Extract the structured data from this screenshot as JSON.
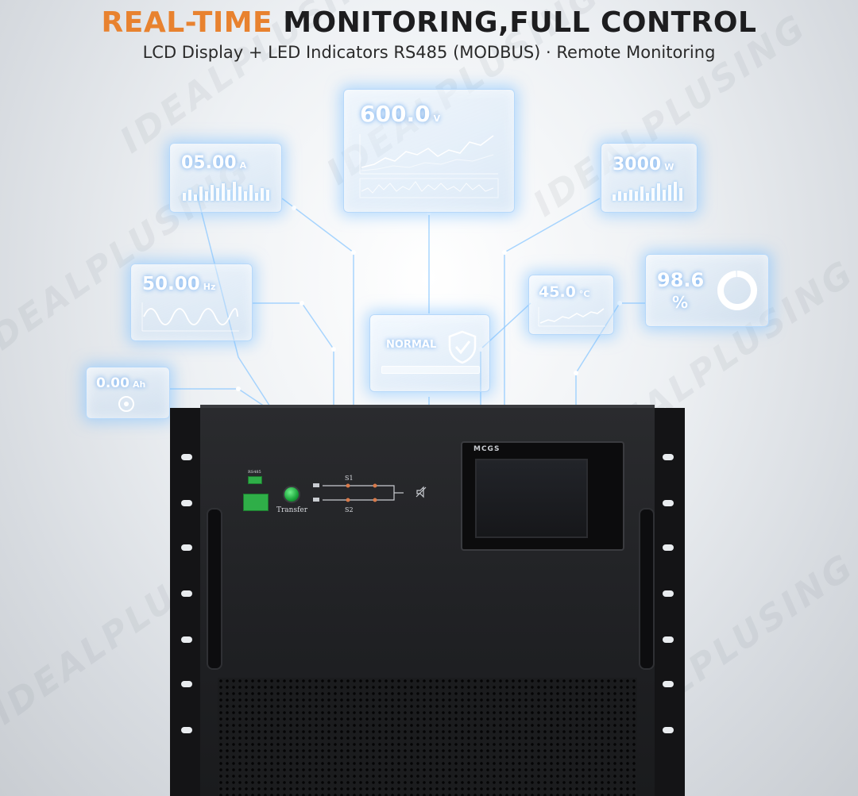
{
  "header": {
    "title_accent": "REAL-TIME",
    "title_rest": " MONITORING,FULL CONTROL",
    "subtitle": "LCD Display + LED Indicators RS485 (MODBUS) · Remote Monitoring"
  },
  "watermark_text": "IDEALPLUSING",
  "panels": {
    "voltage": {
      "value": "600.0",
      "unit": "V"
    },
    "current": {
      "value": "05.00",
      "unit": "A"
    },
    "power": {
      "value": "3000",
      "unit": "W"
    },
    "frequency": {
      "value": "50.00",
      "unit": "Hz"
    },
    "status": {
      "label": "NORMAL"
    },
    "temperature": {
      "value": "45.0",
      "unit": "°C"
    },
    "efficiency": {
      "value": "98.6",
      "unit": "%",
      "ring_fraction": 0.986
    },
    "capacity": {
      "value": "0.00",
      "unit": "Ah"
    }
  },
  "device": {
    "hmi_brand": "MCGS",
    "rs485_label": "RS485",
    "transfer_label": "Transfer",
    "source1_label": "S1",
    "source2_label": "S2"
  },
  "colors": {
    "accent": "#e8822f",
    "panel_glow": "#78beff",
    "cabinet": "#1f2023"
  }
}
